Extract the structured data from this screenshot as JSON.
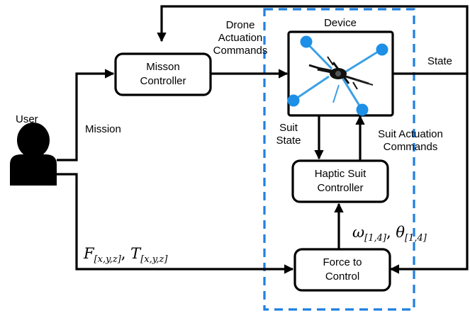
{
  "nodes": {
    "mission_controller": {
      "line1": "Misson",
      "line2": "Controller"
    },
    "haptic_suit_controller": {
      "line1": "Haptic Suit",
      "line2": "Controller"
    },
    "force_to_control": {
      "line1": "Force to",
      "line2": "Control"
    },
    "device": {
      "label": "Device"
    },
    "user": {
      "label": "User"
    }
  },
  "edges": {
    "mission": "Mission",
    "drone_actuation_line1": "Drone",
    "drone_actuation_line2": "Actuation",
    "drone_actuation_line3": "Commands",
    "state": "State",
    "suit_state_line1": "Suit",
    "suit_state_line2": "State",
    "suit_actuation_line1": "Suit Actuation",
    "suit_actuation_line2": "Commands",
    "force_torque": {
      "F": "F",
      "F_sub": "[x,y,z]",
      "sep": ",",
      "T": "T",
      "T_sub": "[x,y,z]"
    },
    "omega_theta": {
      "omega": "ω",
      "omega_sub": "[1,4]",
      "sep": ",",
      "theta": "θ",
      "theta_sub": "[1,4]"
    }
  },
  "colors": {
    "dashed_boundary": "#1f7fe0",
    "drone_arm": "#3aa0e6",
    "drone_rotor": "#1e8fe6"
  },
  "icons": [
    "user-icon",
    "drone-icon"
  ]
}
